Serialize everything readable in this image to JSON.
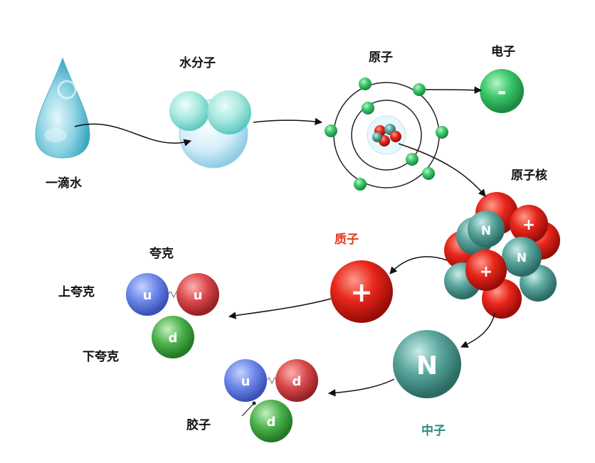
{
  "labels": {
    "water_drop": "一滴水",
    "water_molecule": "水分子",
    "atom": "原子",
    "electron": "电子",
    "nucleus": "原子核",
    "proton": "质子",
    "neutron": "中子",
    "quarks": "夸克",
    "up_quark": "上夸克",
    "down_quark": "下夸克",
    "gluon": "胶子"
  },
  "glyphs": {
    "electron_sign": "-",
    "proton_sign": "+",
    "neutron_letter": "N",
    "up": "u",
    "down": "d"
  },
  "colors": {
    "proton_red": "#e8261c",
    "neutron_teal": "#3f8f86",
    "electron_green": "#3cc76a",
    "quark_blue": "#6b86e8",
    "quark_red": "#d9484a",
    "quark_green": "#4bb04b",
    "proton_label": "#e03a1e",
    "neutron_label": "#2f8a80"
  }
}
